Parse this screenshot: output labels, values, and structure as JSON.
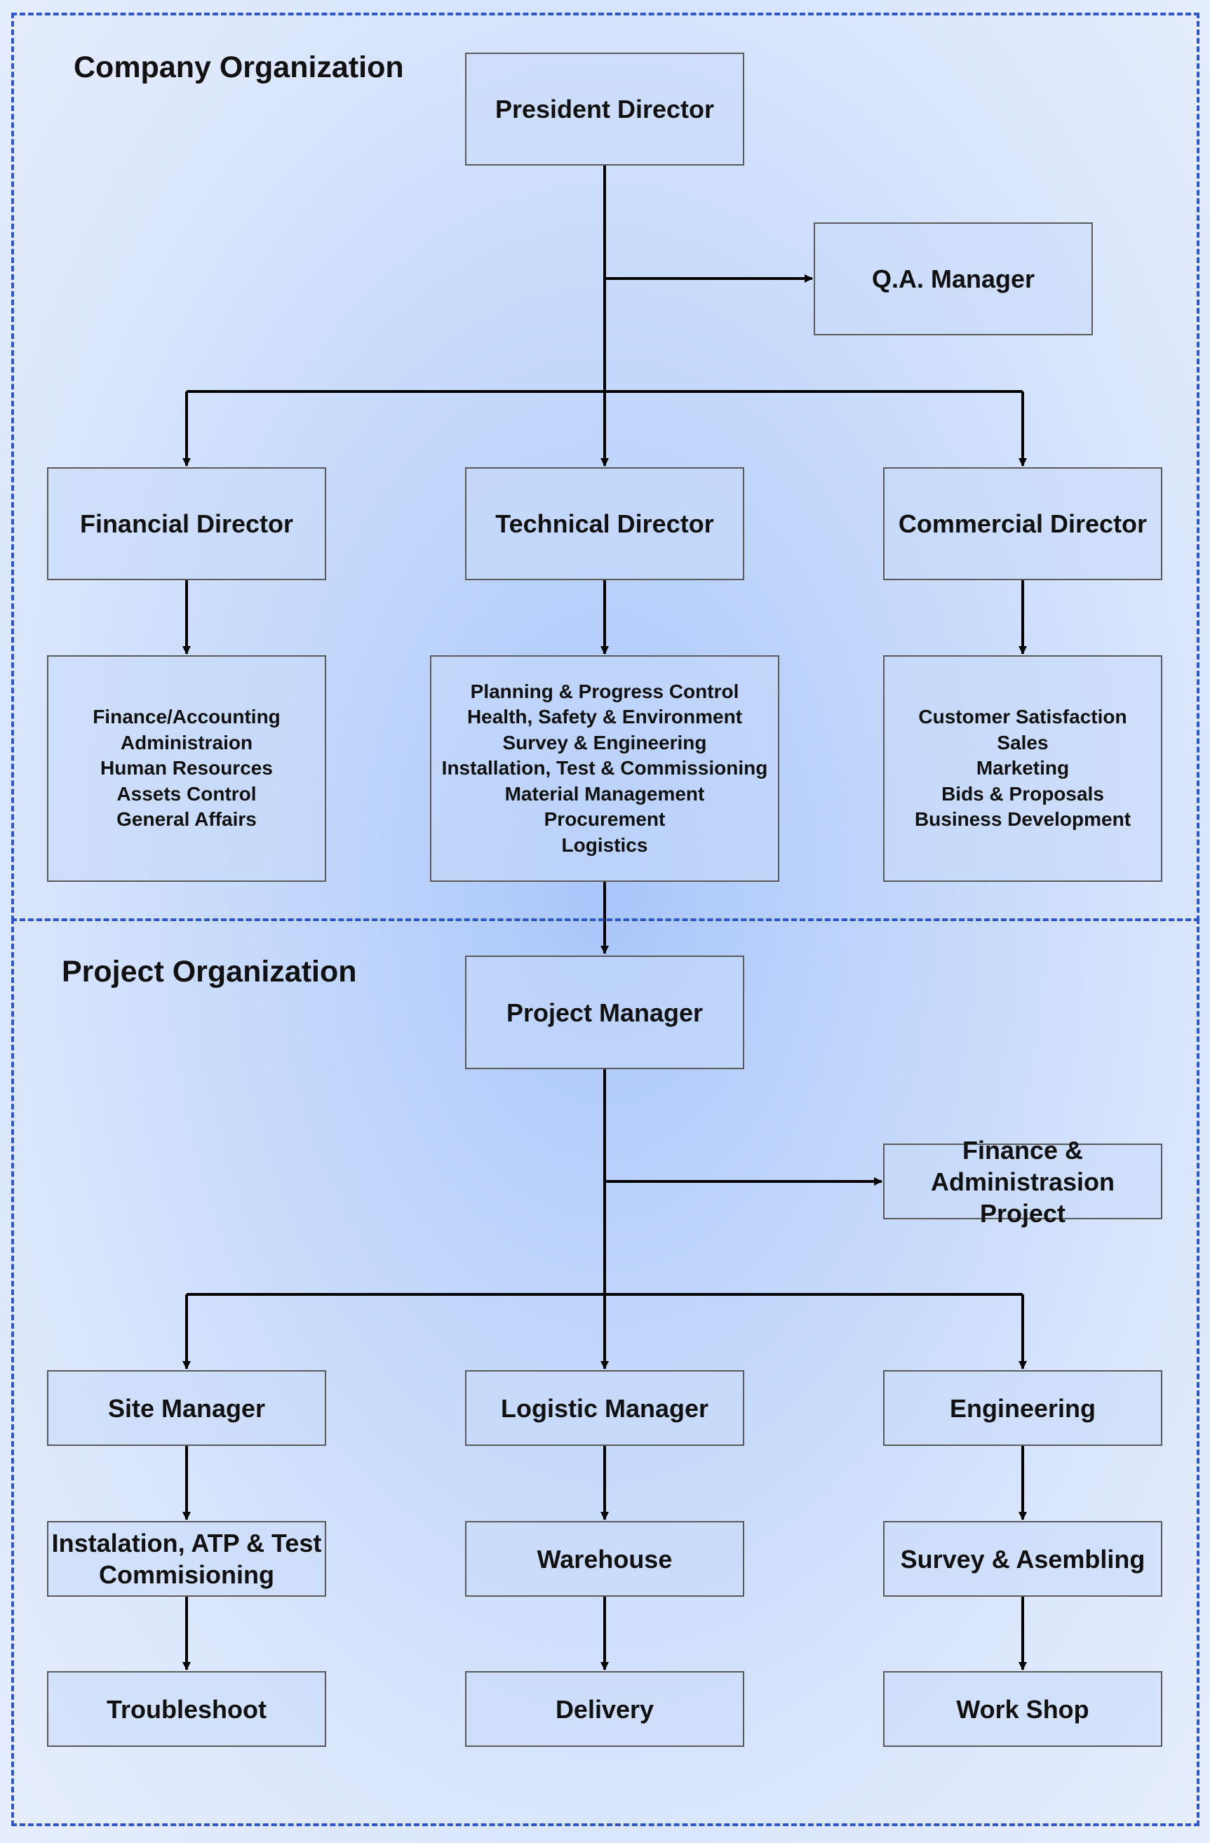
{
  "sections": {
    "company_title": "Company Organization",
    "project_title": "Project Organization"
  },
  "nodes": {
    "president_director": "President Director",
    "qa_manager": "Q.A. Manager",
    "financial_director": "Financial Director",
    "technical_director": "Technical Director",
    "commercial_director": "Commercial Director",
    "financial_units": "Finance/Accounting\nAdministraion\nHuman Resources\nAssets Control\nGeneral Affairs",
    "technical_units": "Planning & Progress Control\nHealth, Safety & Environment\nSurvey & Engineering\nInstallation, Test & Commissioning\nMaterial Management\nProcurement\nLogistics",
    "commercial_units": "Customer Satisfaction\nSales\nMarketing\nBids & Proposals\nBusiness Development",
    "project_manager": "Project Manager",
    "finance_admin_project": "Finance &\nAdministrasion Project",
    "site_manager": "Site Manager",
    "logistic_manager": "Logistic Manager",
    "engineering": "Engineering",
    "installation_atp": "Instalation, ATP & Test\nCommisioning",
    "warehouse": "Warehouse",
    "survey_assembling": "Survey & Asembling",
    "troubleshoot": "Troubleshoot",
    "delivery": "Delivery",
    "work_shop": "Work Shop"
  },
  "colors": {
    "frame": "#2f57c9",
    "line": "#000000",
    "box_border": "#5a5a5a"
  }
}
